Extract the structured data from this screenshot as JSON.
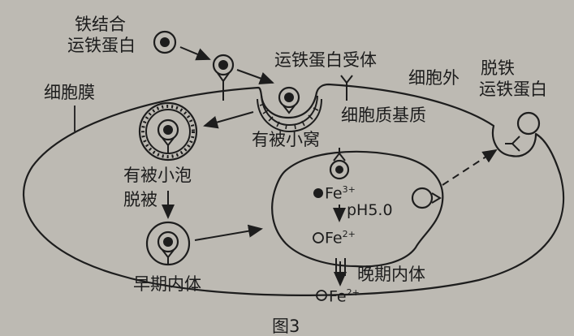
{
  "labels": {
    "iron_bound_line1": "铁结合",
    "iron_bound_line2": "运铁蛋白",
    "receptor": "运铁蛋白受体",
    "outside": "细胞外",
    "apo_line1": "脱铁",
    "apo_line2": "运铁蛋白",
    "membrane": "细胞膜",
    "matrix": "细胞质基质",
    "pit": "有被小窝",
    "vesicle": "有被小泡",
    "uncoat": "脱被",
    "early_endosome": "早期内体",
    "late_endosome": "晚期内体",
    "ph": "pH5.0",
    "fe3_base": "Fe",
    "fe3_charge": "3+",
    "fe2_base": "Fe",
    "fe2_charge": "2+",
    "fe2b_base": "Fe",
    "fe2b_charge": "2+",
    "figure": "图3"
  },
  "colors": {
    "background": "#bdbab3",
    "ink": "#1d1d1d"
  }
}
